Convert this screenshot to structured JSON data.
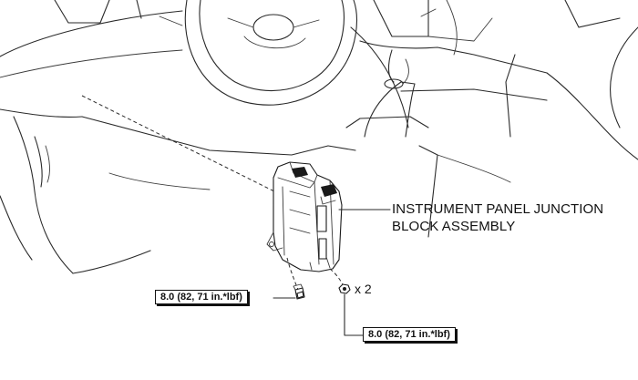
{
  "callouts": {
    "part_name_line1": "INSTRUMENT PANEL JUNCTION",
    "part_name_line2": "BLOCK ASSEMBLY",
    "bolt_torque": "8.0 (82, 71 in.*lbf)",
    "nut_torque": "8.0 (82, 71 in.*lbf)",
    "nut_quantity": "x 2"
  },
  "colors": {
    "ink": "#1a1a1a",
    "background": "#ffffff"
  }
}
